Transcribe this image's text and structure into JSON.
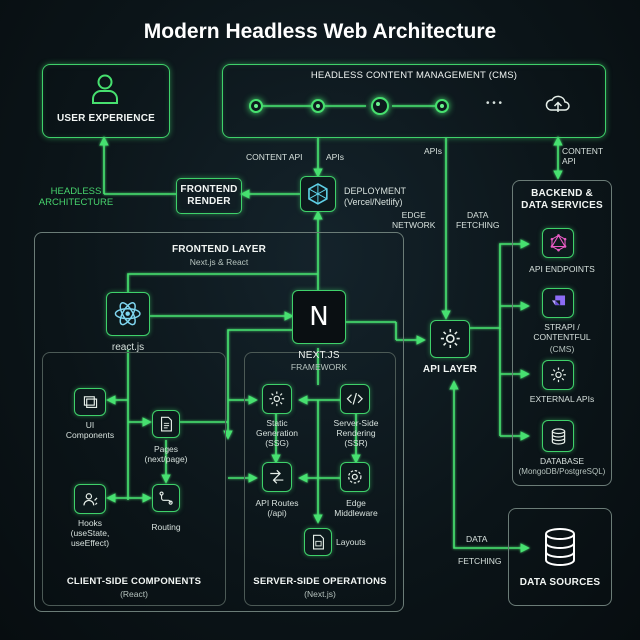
{
  "title": "Modern Headless Web Architecture",
  "cms": {
    "label": "HEADLESS CONTENT MANAGEMENT (CMS)",
    "dots": "• • •"
  },
  "user_experience": {
    "label": "USER EXPERIENCE"
  },
  "headless_label": "HEADLESS\nARCHITECTURE",
  "frontend_render": {
    "label": "FRONTEND\nRENDER"
  },
  "edges": {
    "content_api_left": "CONTENT API",
    "apis_left": "APIs",
    "apis_right": "APIs",
    "content_api_right": "CONTENT\nAPI",
    "edge_network": "EDGE\nNETWORK",
    "data_fetching_top": "DATA\nFETCHING",
    "data_bottom": "DATA",
    "fetching_bottom": "FETCHING"
  },
  "deployment": {
    "label": "DEPLOYMENT\n(Vercel/Netlify)"
  },
  "frontend_layer": {
    "title": "FRONTEND LAYER",
    "subtitle": "Next.js & React"
  },
  "react": {
    "label": "react.js"
  },
  "nextjs": {
    "title": "NEXT.JS",
    "subtitle": "FRAMEWORK",
    "logo": "N"
  },
  "client": {
    "title": "CLIENT-SIDE COMPONENTS",
    "subtitle": "(React)",
    "ui_components": "UI\nComponents",
    "pages": "Pages\n(next/page)",
    "hooks": "Hooks\n(useState,\nuseEffect)",
    "routing": "Routing"
  },
  "server": {
    "title": "SERVER-SIDE OPERATIONS",
    "subtitle": "(Next.js)",
    "ssg": "Static\nGeneration\n(SSG)",
    "ssr": "Server-Side\nRendering\n(SSR)",
    "api_routes": "API Routes\n(/api)",
    "edge_middleware": "Edge\nMiddleware",
    "layouts": "Layouts"
  },
  "api_layer": {
    "label": "API LAYER"
  },
  "backend": {
    "title": "BACKEND &\nDATA SERVICES",
    "api_endpoints": "API ENDPOINTS",
    "strapi": "STRAPI /\nCONTENTFUL",
    "strapi_sub": "(CMS)",
    "external_apis": "EXTERNAL APIs",
    "database": "DATABASE",
    "database_sub": "(MongoDB/PostgreSQL)"
  },
  "data_sources": {
    "label": "DATA SOURCES"
  },
  "colors": {
    "accent": "#3fd16a",
    "glow": "#47e06f",
    "background": "#0b1418",
    "border_dim": "#6b7c77"
  }
}
